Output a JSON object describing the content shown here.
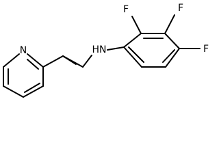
{
  "molecule": {
    "atoms": {
      "fluorine_2": "F",
      "fluorine_3": "F",
      "fluorine_4": "F",
      "amine": "HN",
      "pyridine_nitrogen": "N"
    }
  }
}
